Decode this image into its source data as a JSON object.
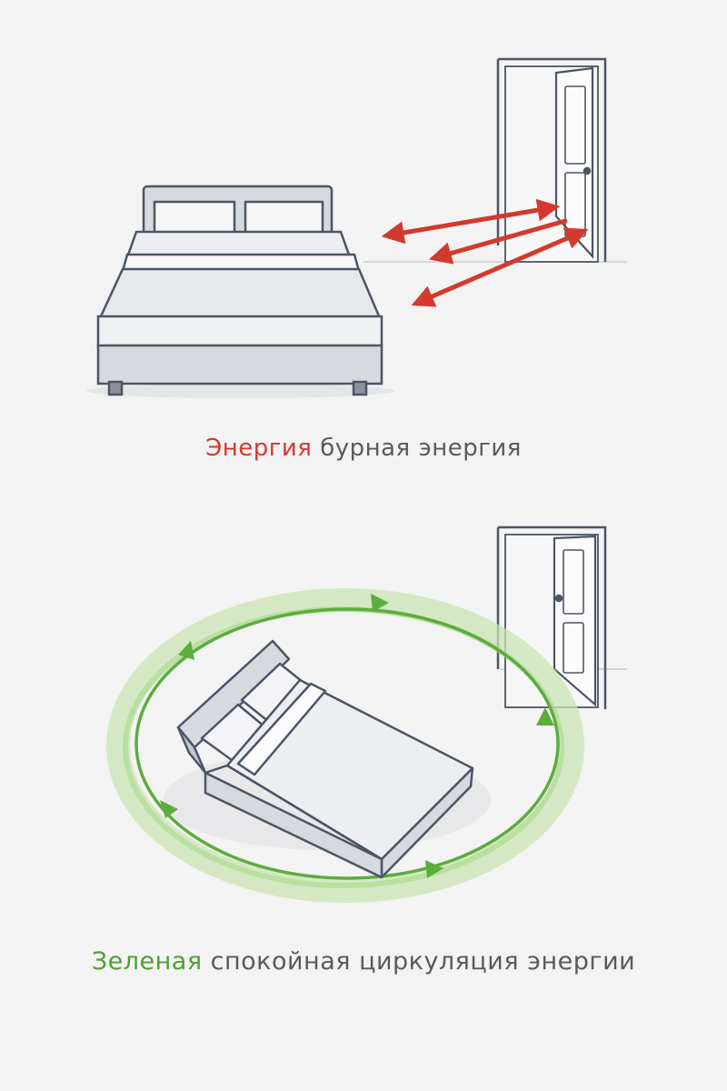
{
  "colors": {
    "background": "#f3f3f3",
    "outline": "#4c5563",
    "bed_frame": "#d6d9de",
    "bed_sheet": "#f1f2f4",
    "harsh_arrow": "#d23a2e",
    "calm_arrow": "#5cac3e",
    "calm_glow": "#c9e6b3"
  },
  "icons": {
    "harsh_bed": "bed-front-icon",
    "harsh_door": "open-door-icon",
    "calm_bed": "bed-angled-icon",
    "calm_door": "open-door-icon"
  },
  "top_caption": {
    "keyword": "Энергия",
    "text": "бурная энергия",
    "keyword_color": "#d23a2e"
  },
  "bottom_caption": {
    "keyword": "Зеленая",
    "text": "спокойная циркуляция энергии",
    "keyword_color": "#4f9e35"
  }
}
